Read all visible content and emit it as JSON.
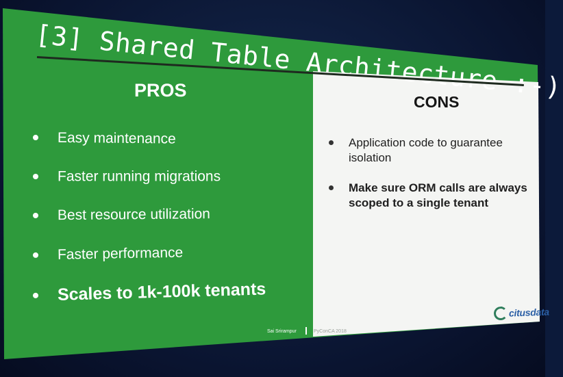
{
  "slide": {
    "title": "[3] Shared Table Architecture :-)",
    "pros": {
      "heading": "PROS",
      "items": [
        "Easy maintenance",
        "Faster running migrations",
        "Best resource utilization",
        "Faster performance",
        "Scales to 1k-100k tenants"
      ]
    },
    "cons": {
      "heading": "CONS",
      "items": [
        "Application code to guarantee isolation",
        "Make sure ORM calls are always scoped to a single tenant"
      ]
    },
    "footer": {
      "speaker": "Sai Srirampur",
      "event": "PyConCA 2018"
    },
    "logo": {
      "text": "citusdata",
      "icon": "citusdata-logo-icon"
    },
    "colors": {
      "pros_green": "#2e9a3c",
      "cons_panel": "#f4f5f3",
      "background": "#0c1a3a",
      "logo_blue": "#2b5fa5"
    }
  }
}
